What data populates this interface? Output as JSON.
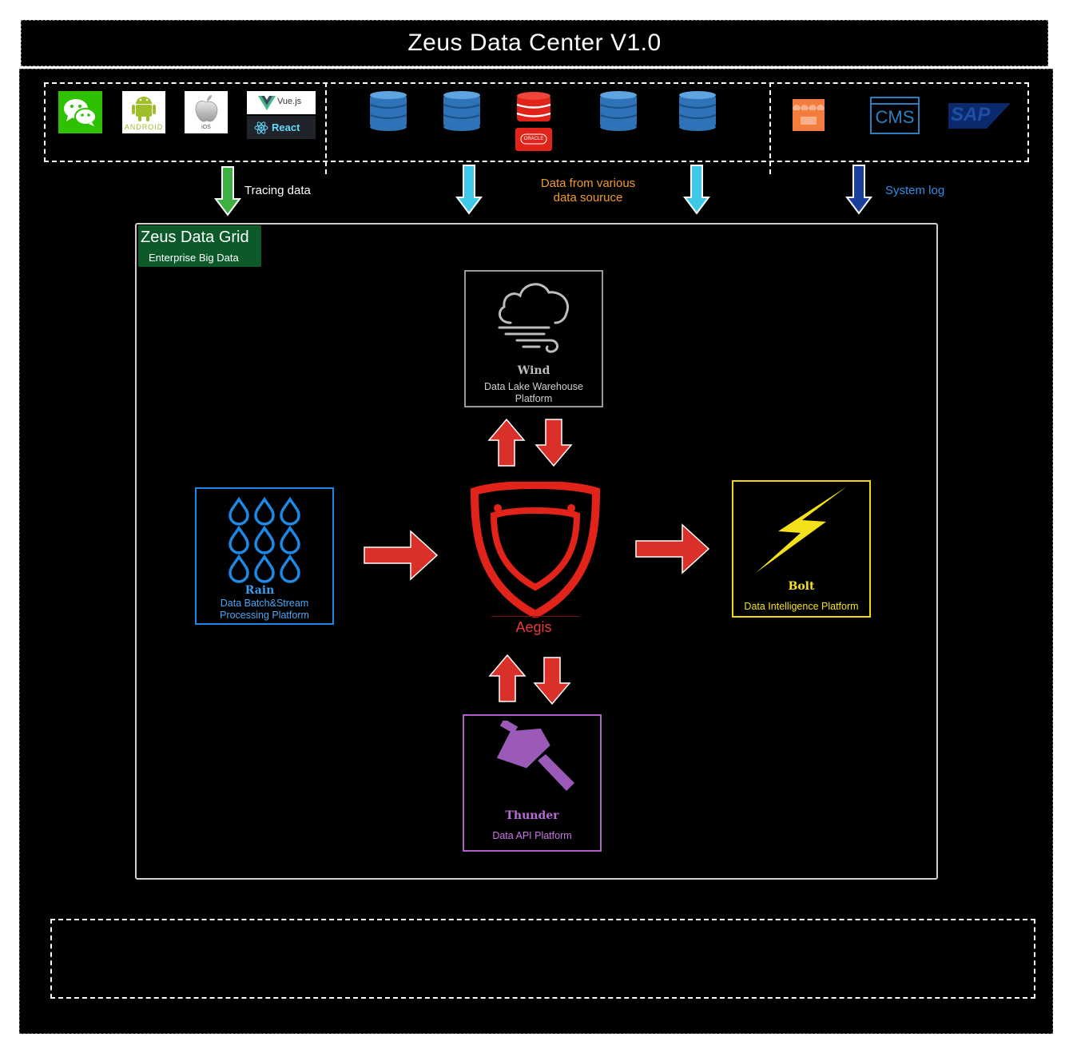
{
  "title": "Zeus Data Center V1.0",
  "sources": {
    "apps": {
      "vue_label": "Vue.js",
      "react_label": "React",
      "android_label": "ANDROID",
      "ios_label": "iOS"
    },
    "databases": {
      "oracle_label": "ORACLE"
    },
    "systems": {
      "cms_label": "CMS",
      "sap_label": "SAP"
    }
  },
  "flows": {
    "tracing": "Tracing data",
    "various_line1": "Data from various",
    "various_line2": "data souruce",
    "system_log": "System log"
  },
  "grid": {
    "title": "Zeus Data Grid",
    "subtitle": "Enterprise Big Data"
  },
  "nodes": {
    "wind": {
      "name": "Wind",
      "desc_line1": "Data Lake Warehouse",
      "desc_line2": "Platform"
    },
    "rain": {
      "name": "Rain",
      "desc_line1": "Data Batch&Stream",
      "desc_line2": "Processing Platform"
    },
    "aegis": {
      "name": "Aegis"
    },
    "bolt": {
      "name": "Bolt",
      "desc_line1": "Data Intelligence Platform"
    },
    "thunder": {
      "name": "Thunder",
      "desc_line1": "Data API Platform"
    }
  },
  "colors": {
    "green_arrow": "#3cb043",
    "cyan_arrow": "#3ec9e8",
    "navy_arrow": "#1c3f9c",
    "red": "#d9302a",
    "rain_blue": "#1e88e5",
    "bolt_yellow": "#f5e11a",
    "thunder_purple": "#9b5ab8"
  },
  "icons": {
    "wechat": "wechat-icon",
    "android": "android-icon",
    "apple": "apple-icon",
    "vue": "vue-icon",
    "react": "react-icon",
    "database": "database-icon",
    "oracle": "oracle-icon",
    "shop": "shop-icon",
    "cms": "cms-icon",
    "sap": "sap-icon",
    "cloud": "cloud-wind-icon",
    "drops": "raindrops-icon",
    "shield": "shield-icon",
    "bolt": "lightning-bolt-icon",
    "hammer": "hammer-icon"
  }
}
